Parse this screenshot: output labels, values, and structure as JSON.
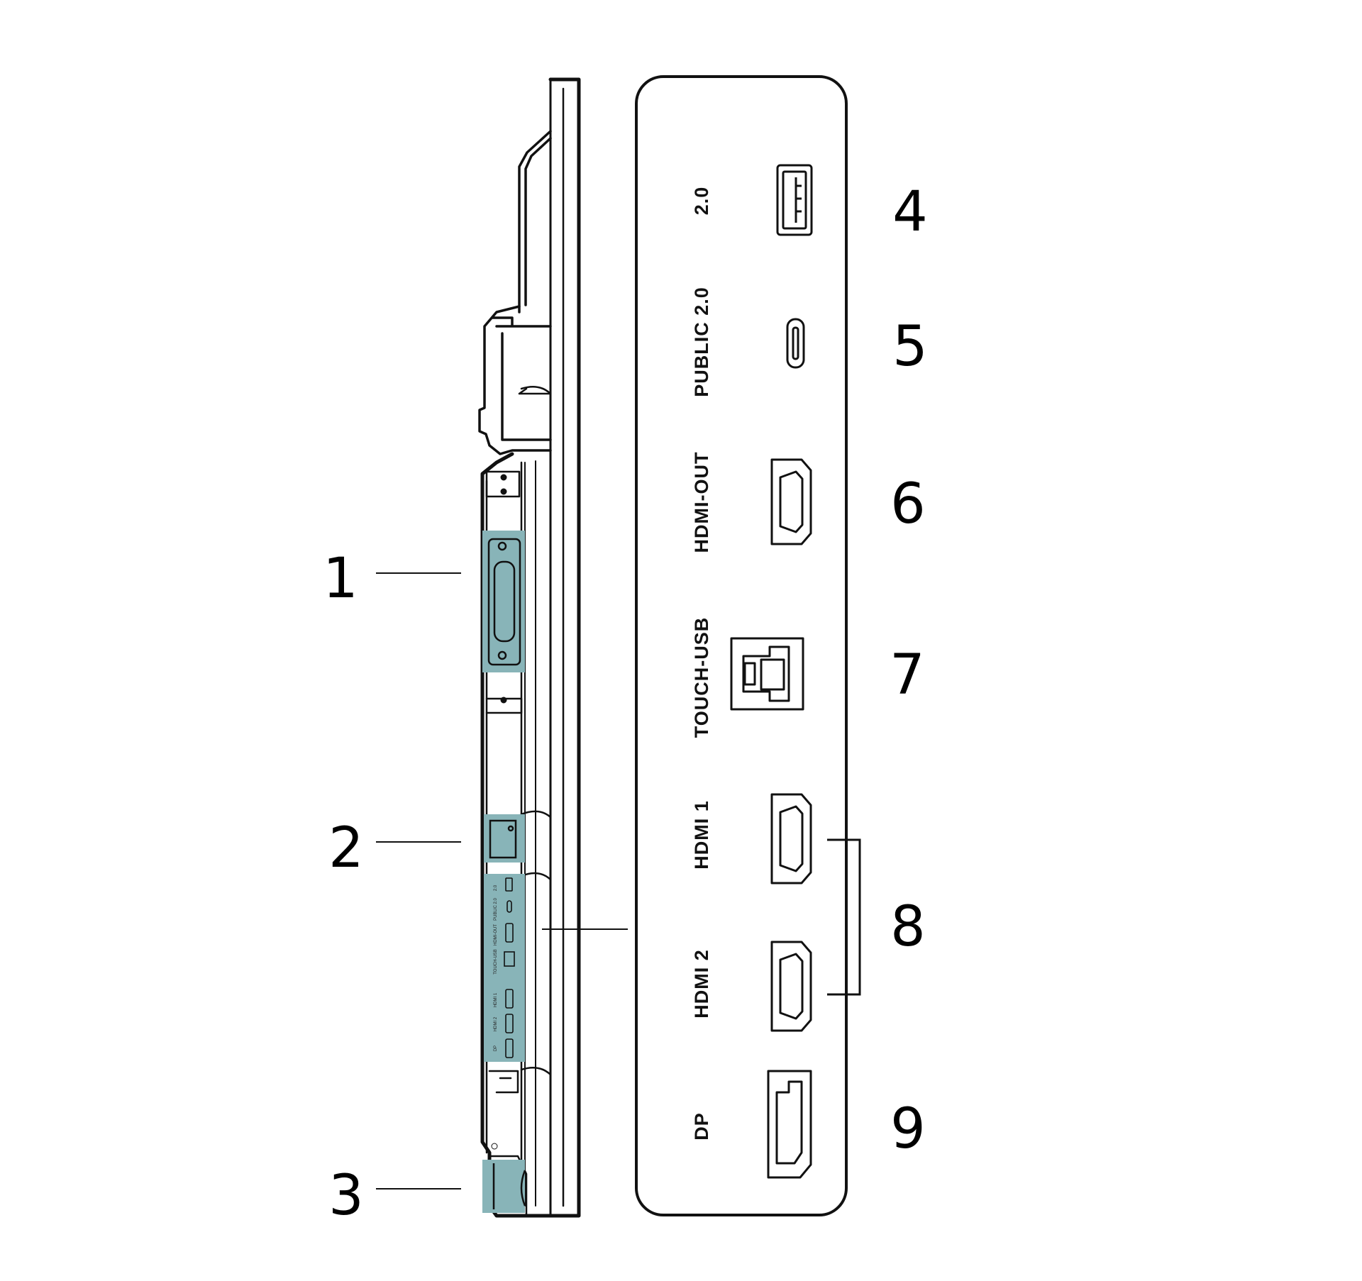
{
  "diagram": {
    "colors": {
      "highlight": "#88b4b8",
      "stroke": "#111111",
      "background": "#ffffff"
    },
    "callouts": [
      {
        "number": "1"
      },
      {
        "number": "2"
      },
      {
        "number": "3"
      },
      {
        "number": "4"
      },
      {
        "number": "5"
      },
      {
        "number": "6"
      },
      {
        "number": "7"
      },
      {
        "number": "8"
      },
      {
        "number": "9"
      }
    ],
    "ports": [
      {
        "label": "2.0",
        "icon": "usb-a-port-icon"
      },
      {
        "label": "PUBLIC 2.0",
        "icon": "usb-c-port-icon"
      },
      {
        "label": "HDMI-OUT",
        "icon": "hdmi-port-icon"
      },
      {
        "label": "TOUCH-USB",
        "icon": "usb-b-port-icon"
      },
      {
        "label": "HDMI 1",
        "icon": "hdmi-port-icon"
      },
      {
        "label": "HDMI 2",
        "icon": "hdmi-port-icon"
      },
      {
        "label": "DP",
        "icon": "displayport-icon"
      }
    ]
  }
}
